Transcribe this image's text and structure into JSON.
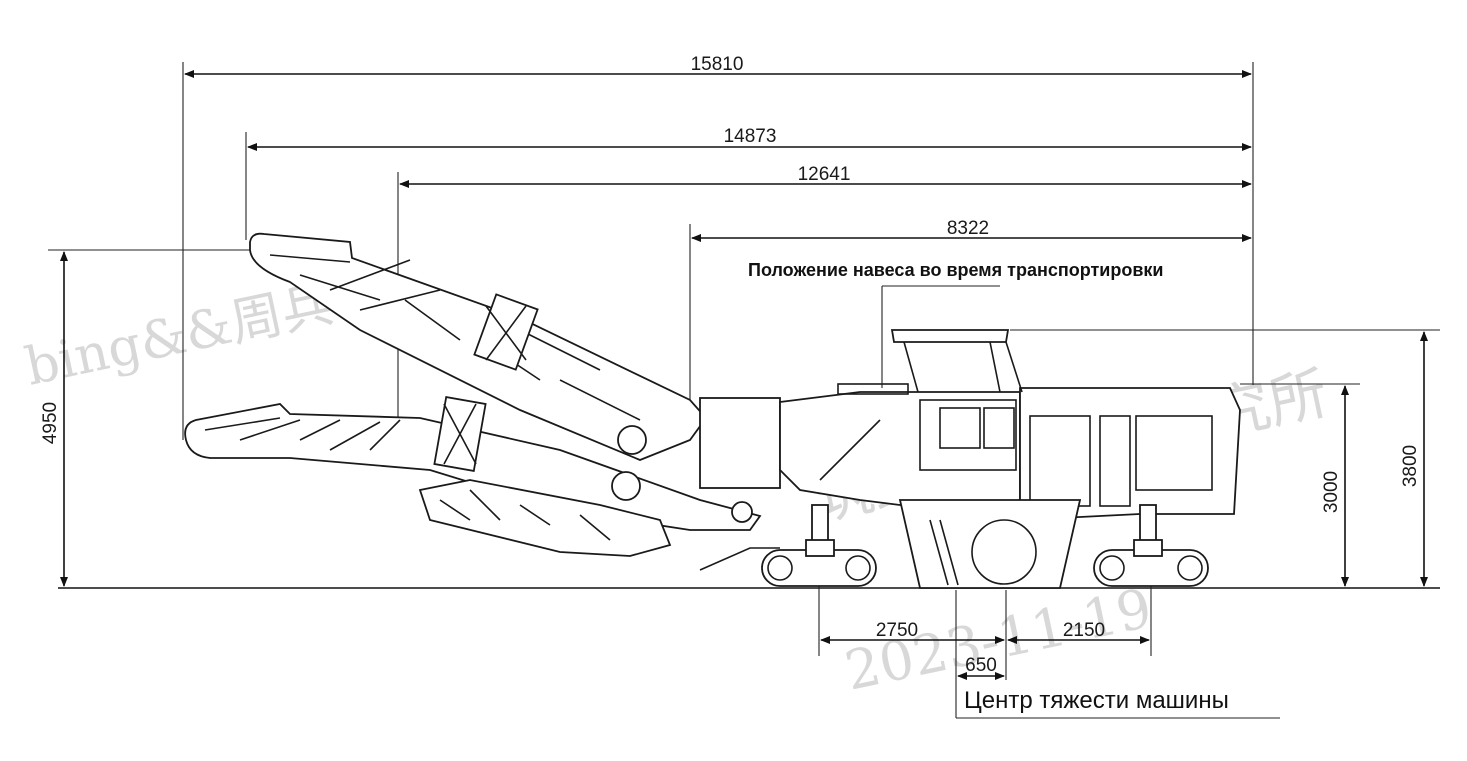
{
  "dimensions": {
    "total_length": "15810",
    "conveyor_upper": "14873",
    "conveyor_lower": "12641",
    "to_transport": "8322",
    "height_conveyor": "4950",
    "height_body": "3000",
    "height_canopy": "3800",
    "axle_front": "2750",
    "axle_rear": "2150",
    "cog_offset": "650"
  },
  "labels": {
    "transport_note": "Положение навеса во время транспортировки",
    "cog_note": "Центр тяжести машины"
  },
  "watermarks": {
    "left": "bing&&周兵",
    "right": "筑路机械产品研究所",
    "date": "2023-11-19"
  },
  "colors": {
    "line": "#111111",
    "background": "#ffffff",
    "watermark": "#d8d8d8"
  }
}
